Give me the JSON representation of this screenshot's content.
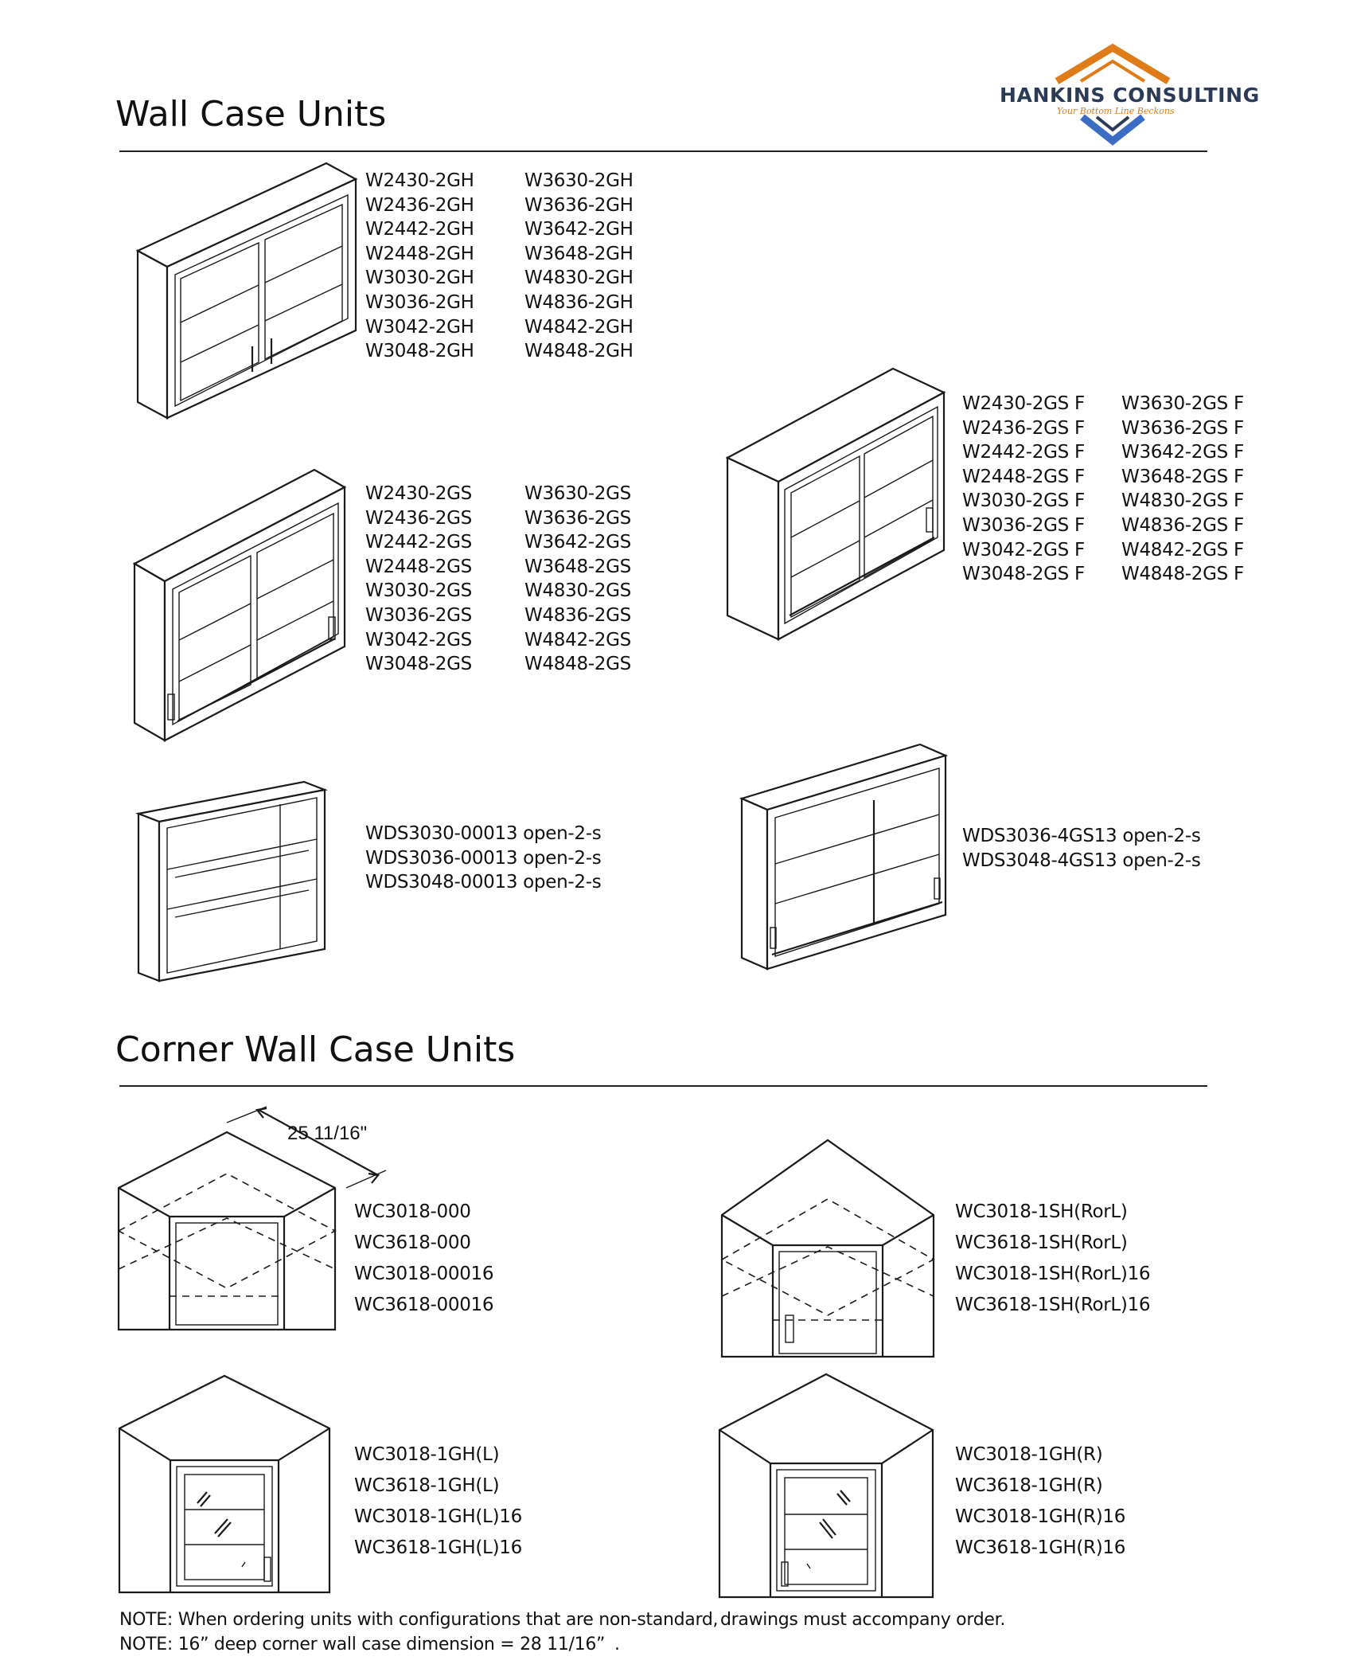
{
  "logo": {
    "name": "HANKINS CONSULTING",
    "tagline": "Your Bottom Line Beckons",
    "colors": {
      "orange": "#e07b1a",
      "navy": "#2b3a56",
      "blue": "#3b6cc4"
    }
  },
  "wall_case": {
    "title": "Wall Case Units",
    "hinged_col1": [
      "W2430-2GH",
      "W2436-2GH",
      "W2442-2GH",
      "W2448-2GH",
      "W3030-2GH",
      "W3036-2GH",
      "W3042-2GH",
      "W3048-2GH"
    ],
    "hinged_col2": [
      "W3630-2GH",
      "W3636-2GH",
      "W3642-2GH",
      "W3648-2GH",
      "W4830-2GH",
      "W4836-2GH",
      "W4842-2GH",
      "W4848-2GH"
    ],
    "sliding_f_col1": [
      "W2430-2GS F",
      "W2436-2GS F",
      "W2442-2GS F",
      "W2448-2GS F",
      "W3030-2GS F",
      "W3036-2GS F",
      "W3042-2GS F",
      "W3048-2GS F"
    ],
    "sliding_f_col2": [
      "W3630-2GS F",
      "W3636-2GS F",
      "W3642-2GS F",
      "W3648-2GS F",
      "W4830-2GS F",
      "W4836-2GS F",
      "W4842-2GS F",
      "W4848-2GS F"
    ],
    "sliding_col1": [
      "W2430-2GS",
      "W2436-2GS",
      "W2442-2GS",
      "W2448-2GS",
      "W3030-2GS",
      "W3036-2GS",
      "W3042-2GS",
      "W3048-2GS"
    ],
    "sliding_col2": [
      "W3630-2GS",
      "W3636-2GS",
      "W3642-2GS",
      "W3648-2GS",
      "W4830-2GS",
      "W4836-2GS",
      "W4842-2GS",
      "W4848-2GS"
    ],
    "open_units": [
      "WDS3030-00013 open-2-s",
      "WDS3036-00013 open-2-s",
      "WDS3048-00013 open-2-s"
    ],
    "open_sliding_units": [
      "WDS3036-4GS13 open-2-s",
      "WDS3048-4GS13 open-2-s"
    ]
  },
  "corner_case": {
    "title": "Corner Wall Case Units",
    "dimension_label": "25 11/16\"",
    "open_units": [
      "WC3018-000",
      "WC3618-000",
      "WC3018-00016",
      "WC3618-00016"
    ],
    "solid_door_units": [
      "WC3018-1SH(RorL)",
      "WC3618-1SH(RorL)",
      "WC3018-1SH(RorL)16",
      "WC3618-1SH(RorL)16"
    ],
    "glass_left_units": [
      "WC3018-1GH(L)",
      "WC3618-1GH(L)",
      "WC3018-1GH(L)16",
      "WC3618-1GH(L)16"
    ],
    "glass_right_units": [
      "WC3018-1GH(R)",
      "WC3618-1GH(R)",
      "WC3018-1GH(R)16",
      "WC3618-1GH(R)16"
    ]
  },
  "notes": {
    "line1_a": "NOTE: When ordering units with configurations that are non-standard,",
    "line1_b": "drawings must accompany order.",
    "line2": "NOTE: 16” deep corner wall case dimension = 28 11/16”",
    "line2_tail": "."
  }
}
